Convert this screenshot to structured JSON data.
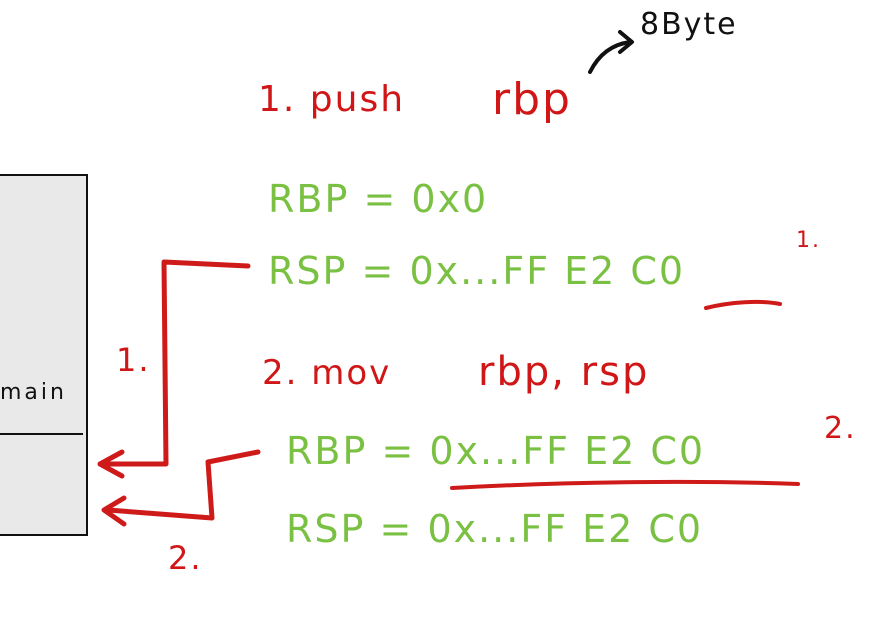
{
  "notes": {
    "bytes_note": "8Byte",
    "step1_push": "1. push",
    "step1_reg": "rbp",
    "rbp_after_step1": "RBP = 0x0",
    "rsp_after_step1": "RSP = 0x...FF E2 C0",
    "step1_marker": "1.",
    "step2_mov": "2. mov",
    "step2_regs": "rbp, rsp",
    "rbp_after_step2": "RBP = 0x...FF E2 C0",
    "rsp_after_step2": "RSP = 0x...FF E2 C0",
    "step2_marker": "2.",
    "stack_label": "main",
    "arrow1_label": "1.",
    "arrow2_label": "2."
  },
  "colors": {
    "red": "#d01616",
    "green": "#7ac143",
    "black": "#111111",
    "stack_fill": "#e9e9e9"
  }
}
